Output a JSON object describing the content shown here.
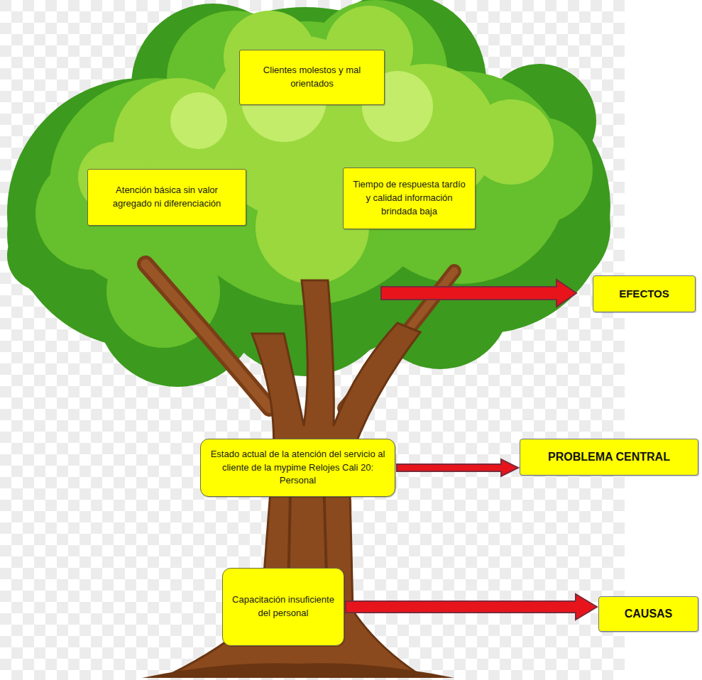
{
  "diagram": {
    "nodes": [
      {
        "text": [
          "Clientes molestos y mal orientados"
        ]
      },
      {
        "text": [
          "Atención básica sin valor agregado ni diferenciación"
        ]
      },
      {
        "text": [
          "Tiempo de respuesta tardío y calidad información brindada baja"
        ]
      },
      {
        "text": [
          "EFECTOS"
        ]
      },
      {
        "text": [
          "Estado actual de la atención del servicio al cliente de la mypime Relojes Cali 20: Personal"
        ]
      },
      {
        "text": [
          "PROBLEMA CENTRAL"
        ]
      },
      {
        "text": [
          "Capacitación insuficiente del personal"
        ]
      },
      {
        "text": [
          "CAUSAS"
        ]
      }
    ],
    "edges": [
      {
        "from": 4,
        "to": 5,
        "arrow": "to"
      },
      {
        "from": 6,
        "to": 7,
        "arrow": "to"
      }
    ]
  }
}
